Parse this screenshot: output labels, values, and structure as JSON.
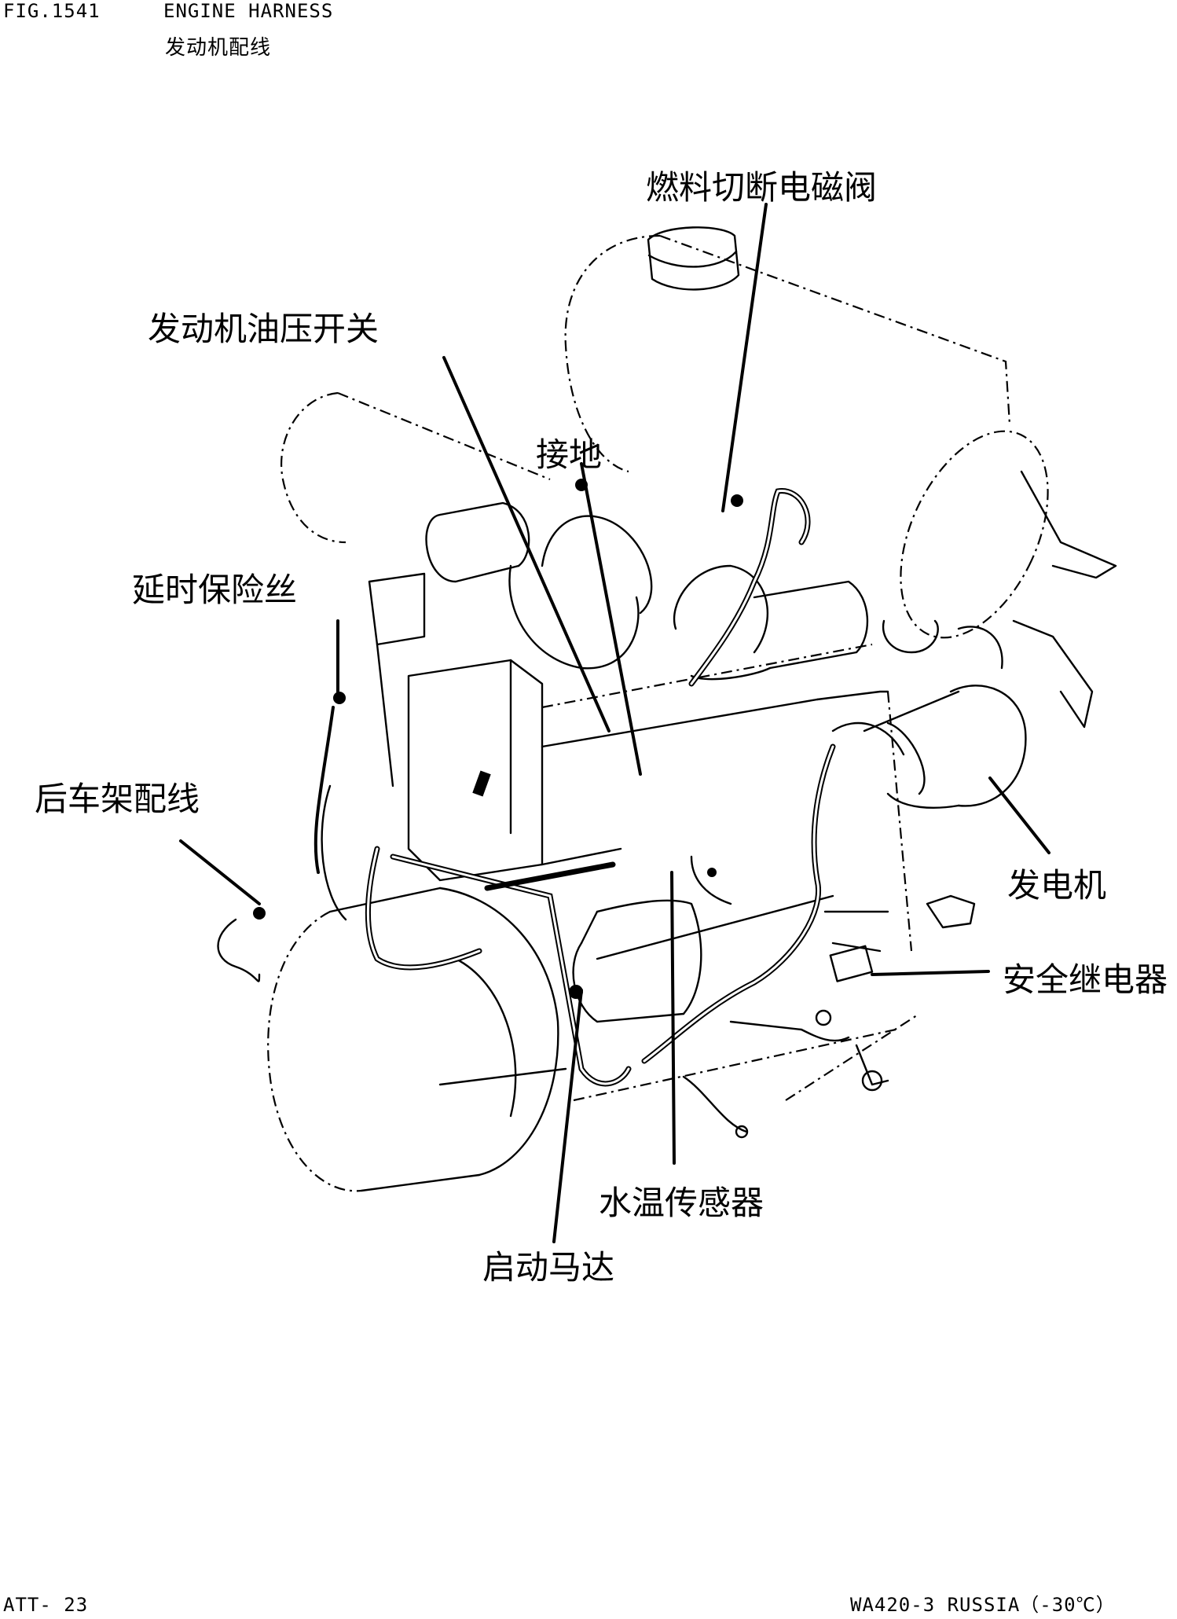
{
  "header": {
    "fig_number": "FIG.1541",
    "title_en": "ENGINE HARNESS",
    "title_cn": "发动机配线"
  },
  "labels": {
    "fuel_cut_solenoid": "燃料切断电磁阀",
    "engine_oil_pressure_switch": "发动机油压开关",
    "ground": "接地",
    "time_delay_fuse": "延时保险丝",
    "rear_frame_harness": "后车架配线",
    "alternator": "发电机",
    "safety_relay": "安全继电器",
    "water_temp_sensor": "水温传感器",
    "starting_motor": "启动马达"
  },
  "footer": {
    "page_ref": "ATT- 23",
    "model": "WA420-3 RUSSIA（-30℃）"
  }
}
